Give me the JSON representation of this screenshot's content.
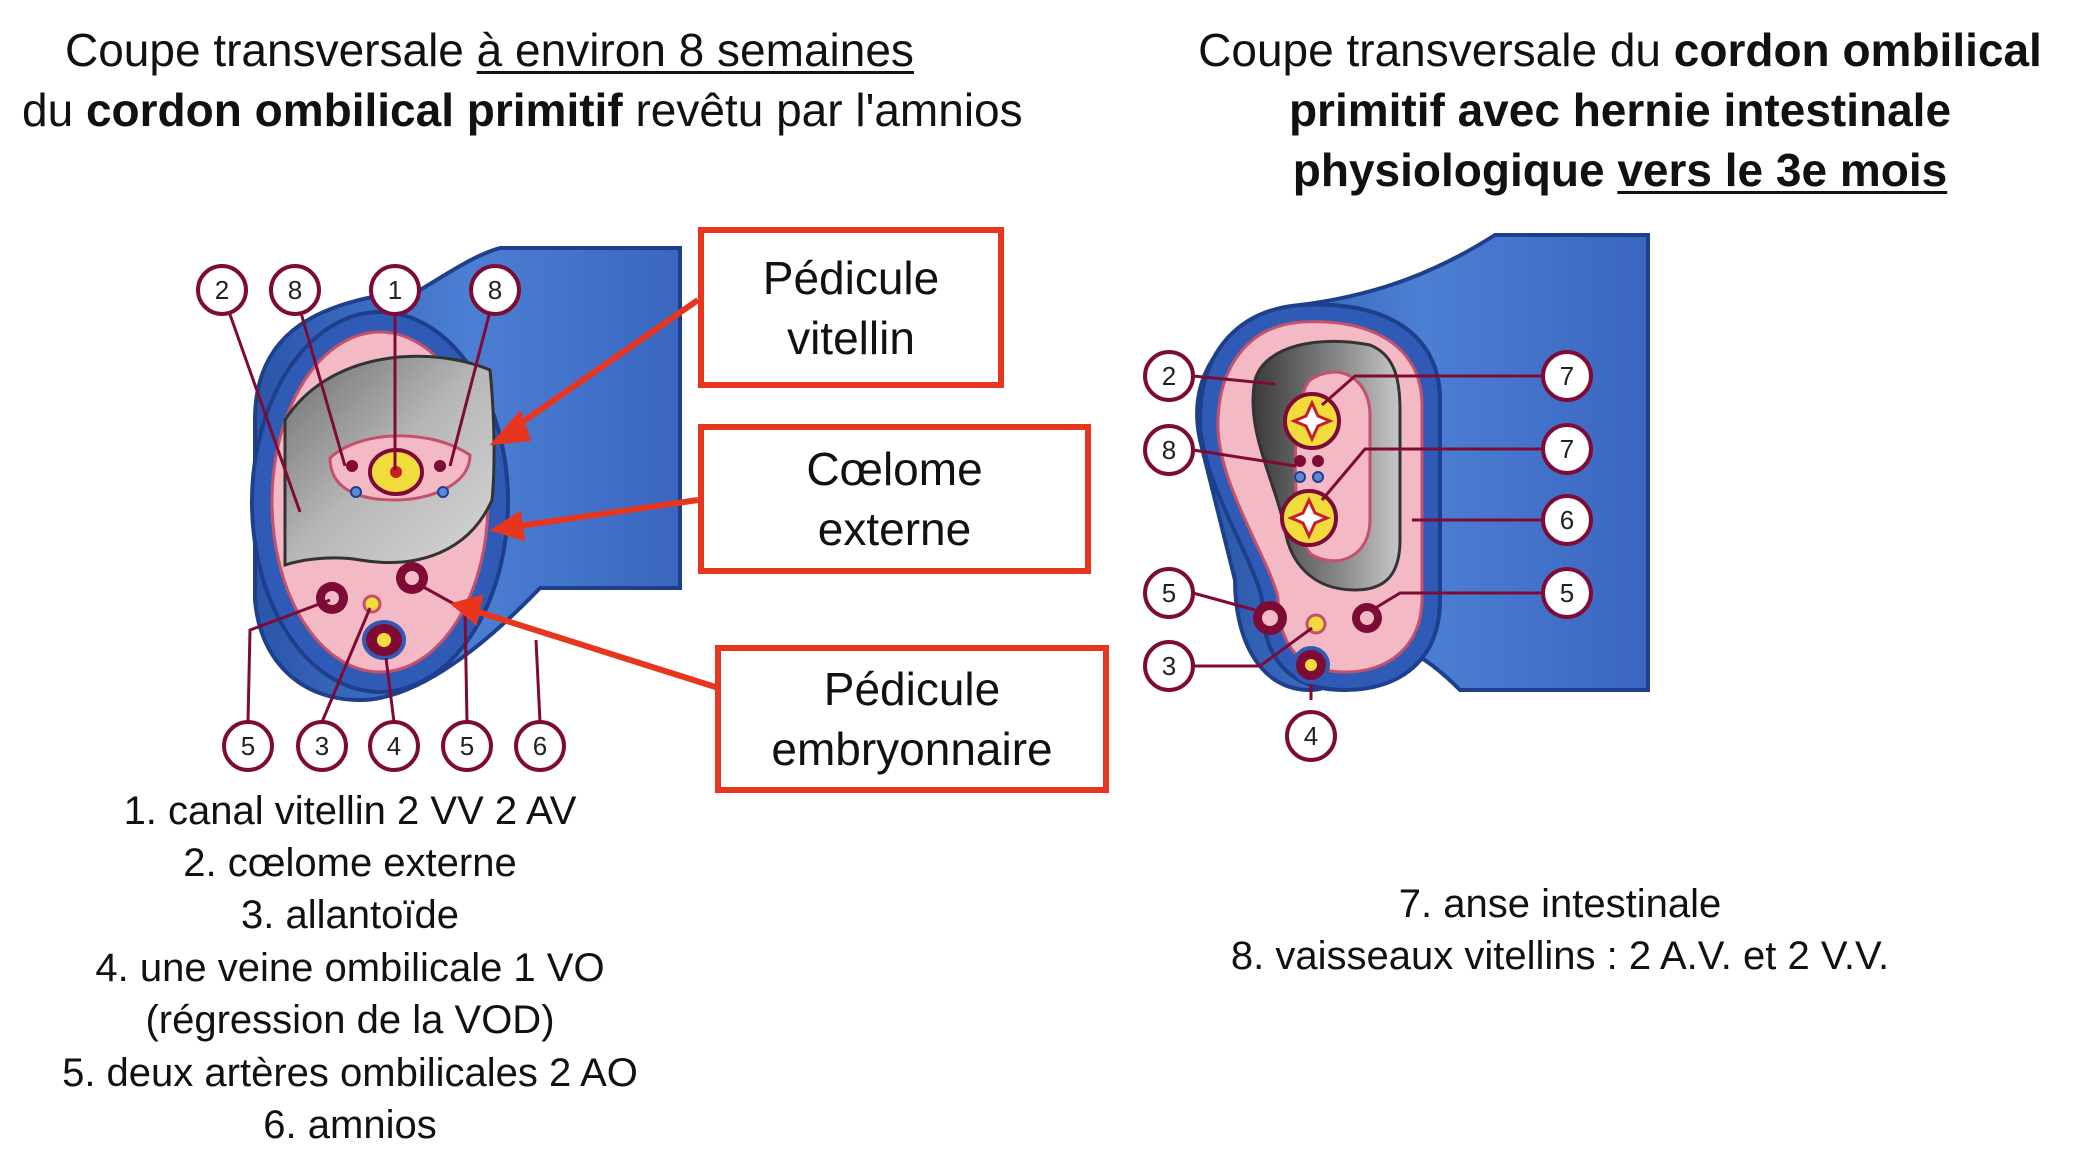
{
  "title_left": {
    "line1_prefix": "Coupe transversale ",
    "line1_underlined": "à environ 8 semaines",
    "line2_prefix": "du ",
    "line2_bold": "cordon ombilical primitif",
    "line2_suffix": " revêtu par l'amnios"
  },
  "title_right": {
    "line1_prefix": "Coupe transversale du ",
    "line1_bold": "cordon ombilical",
    "line2_bold": "primitif avec hernie intestinale",
    "line3_bold": "physiologique ",
    "line3_underlined": "vers le 3e mois"
  },
  "callouts": [
    {
      "line1": "Pédicule",
      "line2": "vitellin"
    },
    {
      "line1": "Cœlome",
      "line2": "externe"
    },
    {
      "line1": "Pédicule",
      "line2": "embryonnaire"
    }
  ],
  "left_markers": [
    "2",
    "8",
    "1",
    "8",
    "5",
    "3",
    "4",
    "5",
    "6"
  ],
  "right_markers": [
    "2",
    "8",
    "5",
    "3",
    "4",
    "7",
    "7",
    "6",
    "5"
  ],
  "legend_left": [
    "1.  canal vitellin 2 VV 2 AV",
    "2.  cœlome externe",
    "3.  allantoïde",
    "4.  une veine ombilicale 1 VO",
    "(régression de la VOD)",
    "5.  deux artères ombilicales 2 AO",
    "6.  amnios"
  ],
  "legend_right": [
    "7. anse intestinale",
    "8. vaisseaux vitellins : 2 A.V. et 2 V.V."
  ],
  "colors": {
    "amnios_blue": "#3f6fc4",
    "dark_blue": "#1e3f8c",
    "tissue_pink": "#f3b9c4",
    "coelom_grey": "#8e8e8e",
    "vessel_maroon": "#7e0b36",
    "yolk_yellow": "#f2dc3c",
    "callout_red": "#e8361e"
  }
}
